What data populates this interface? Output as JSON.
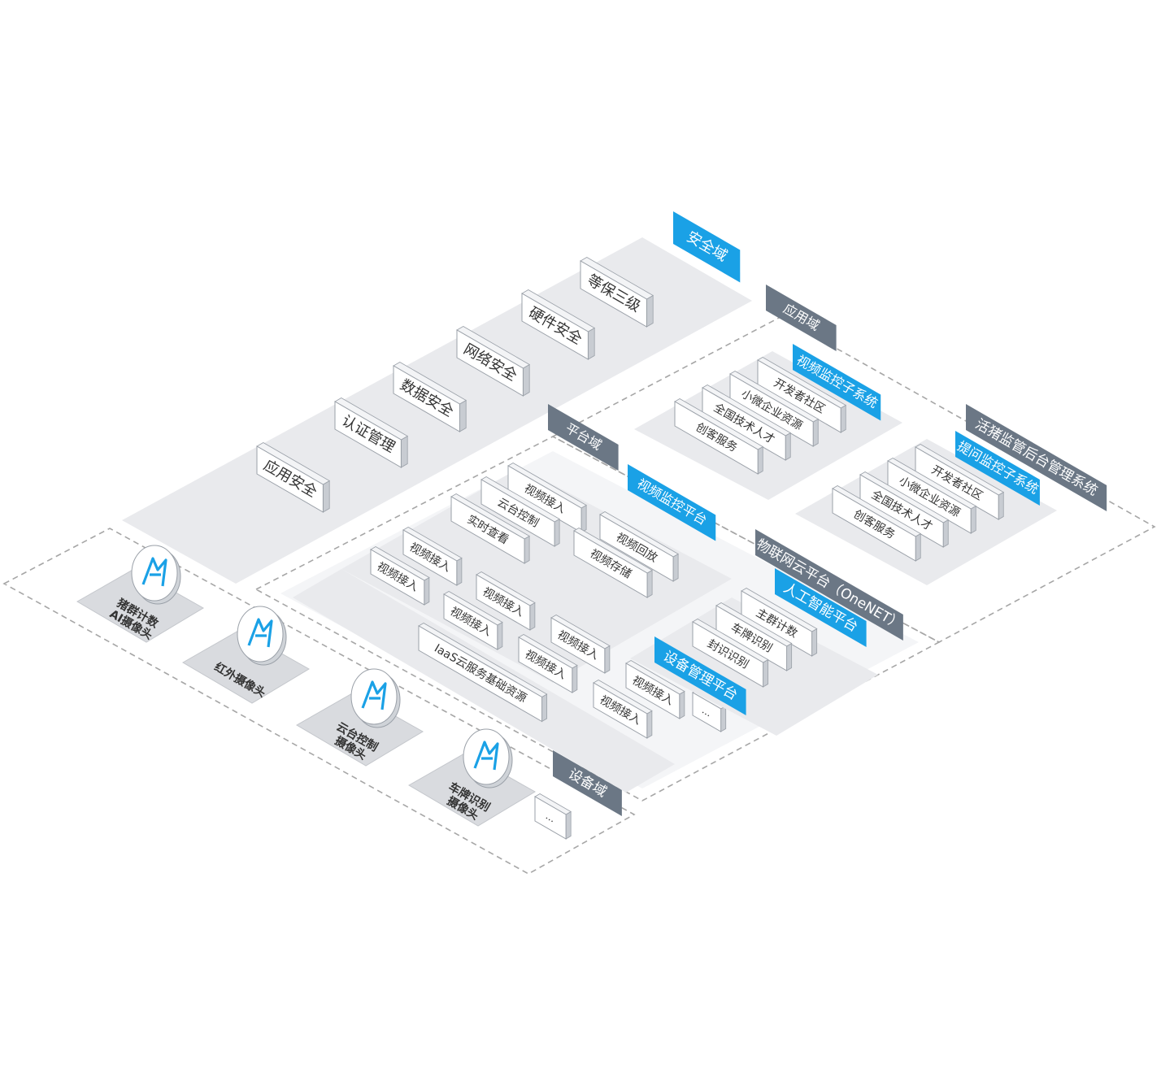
{
  "colors": {
    "accent_blue": "#1aa1e6",
    "domain_tag_grey": "#6b7785",
    "zone_fill": "#e9eaed",
    "dashed_border": "#a6a6a6",
    "box_face": "#ffffff",
    "box_side": "#c8ccd2",
    "box_text": "#333333",
    "camera_icon": "#1aa1e6"
  },
  "security_domain": {
    "tag": "安全域",
    "items": [
      "应用安全",
      "认证管理",
      "数据安全",
      "网络安全",
      "硬件安全",
      "等保三级"
    ]
  },
  "application_domain": {
    "tag": "应用域",
    "video_subsystem": {
      "title": "视频监控子系统",
      "items": [
        "开发者社区",
        "小微企业资源",
        "全国技术人才",
        "创客服务"
      ]
    },
    "pig_backend": {
      "tag": "活猪监管后台管理系统",
      "title": "提问监控子系统",
      "items": [
        "开发者社区",
        "小微企业资源",
        "全国技术人才",
        "创客服务"
      ]
    }
  },
  "platform_domain": {
    "tag": "平台域",
    "video_platform": {
      "title": "视频监控平台",
      "items": [
        "视频接入",
        "云台控制",
        "实时查看",
        "视频回放",
        "视频存储"
      ]
    },
    "access_items": [
      "视频接入",
      "视频接入",
      "视频接入",
      "视频接入",
      "视频接入",
      "视频接入",
      "视频接入",
      "视频接入"
    ],
    "iaas": "IaaS云服务基础资源",
    "more": "...",
    "onenet": {
      "tag": "物联网云平台（OneNET）",
      "ai_platform": "人工智能平台",
      "device_platform": "设备管理平台",
      "items": [
        "主群计数",
        "车牌识别",
        "封识识别"
      ]
    }
  },
  "device_domain": {
    "tag": "设备域",
    "cameras": [
      "猪群计数\nAI摄像头",
      "红外摄像头",
      "云台控制\n摄像头",
      "车牌识别\n摄像头"
    ],
    "more": "..."
  }
}
